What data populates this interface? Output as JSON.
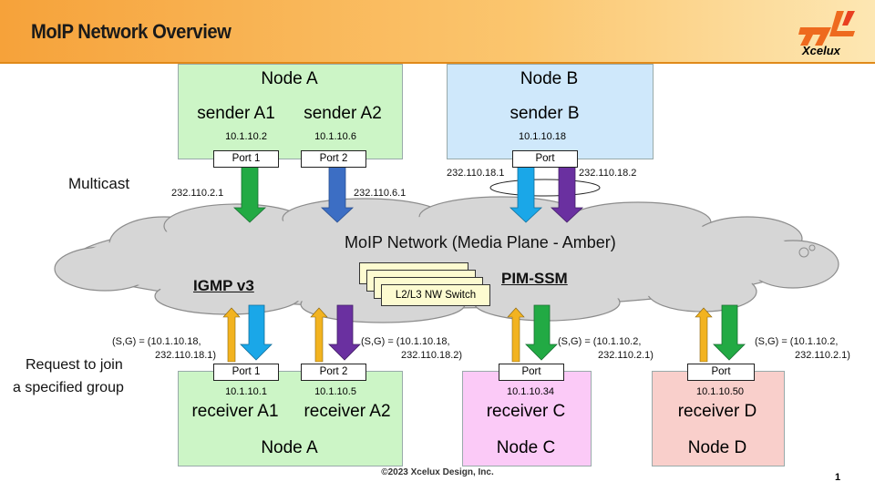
{
  "title": "MoIP Network Overview",
  "logo": {
    "text": "Xcelux",
    "icon": "xcelux-logo-icon"
  },
  "nodes": {
    "a_top": {
      "name": "Node A",
      "sender1": "sender A1",
      "sender2": "sender A2",
      "ip1": "10.1.10.2",
      "ip2": "10.1.10.6",
      "port1": "Port 1",
      "port2": "Port 2"
    },
    "b_top": {
      "name": "Node B",
      "sender": "sender B",
      "ip": "10.1.10.18",
      "port": "Port"
    },
    "a_bottom": {
      "name": "Node A",
      "receiver1": "receiver A1",
      "receiver2": "receiver A2",
      "ip1": "10.1.10.1",
      "ip2": "10.1.10.5",
      "port1": "Port 1",
      "port2": "Port 2"
    },
    "c": {
      "name": "Node C",
      "receiver": "receiver C",
      "ip": "10.1.10.34",
      "port": "Port"
    },
    "d": {
      "name": "Node D",
      "receiver": "receiver D",
      "ip": "10.1.10.50",
      "port": "Port"
    }
  },
  "labels": {
    "multicast": "Multicast",
    "request_line1": "Request  to join",
    "request_line2": "a specified group",
    "network": "MoIP Network (Media Plane - Amber)",
    "igmp": "IGMP v3",
    "pim": "PIM-SSM",
    "switch": "L2/L3 NW Switch",
    "mc_a1": "232.110.2.1",
    "mc_a2": "232.110.6.1",
    "mc_b1": "232.110.18.1",
    "mc_b2": "232.110.18.2",
    "sg_a1_l1": "(S,G)  = (10.1.10.18,",
    "sg_a1_l2": "232.110.18.1)",
    "sg_a2_l1": "(S,G)   = (10.1.10.18,",
    "sg_a2_l2": "232.110.18.2)",
    "sg_c_l1": "(S,G)   = (10.1.10.2,",
    "sg_c_l2": "232.110.2.1)",
    "sg_d_l1": "(S,G)   = (10.1.10.2,",
    "sg_d_l2": "232.110.2.1)"
  },
  "footer": "©2023 Xcelux Design, Inc.",
  "page_number": "1",
  "colors": {
    "green_box": "#ccf5c6",
    "blue_box": "#cfe8fb",
    "pink_box": "#fbcaf7",
    "salmon_box": "#f9cfcb",
    "cloud": "#d6d6d6",
    "arrow_green": "#22aa44",
    "arrow_blue": "#3c6ec4",
    "arrow_cyan": "#1aa7e8",
    "arrow_purple": "#6a30a0",
    "arrow_amber": "#f2b320"
  }
}
